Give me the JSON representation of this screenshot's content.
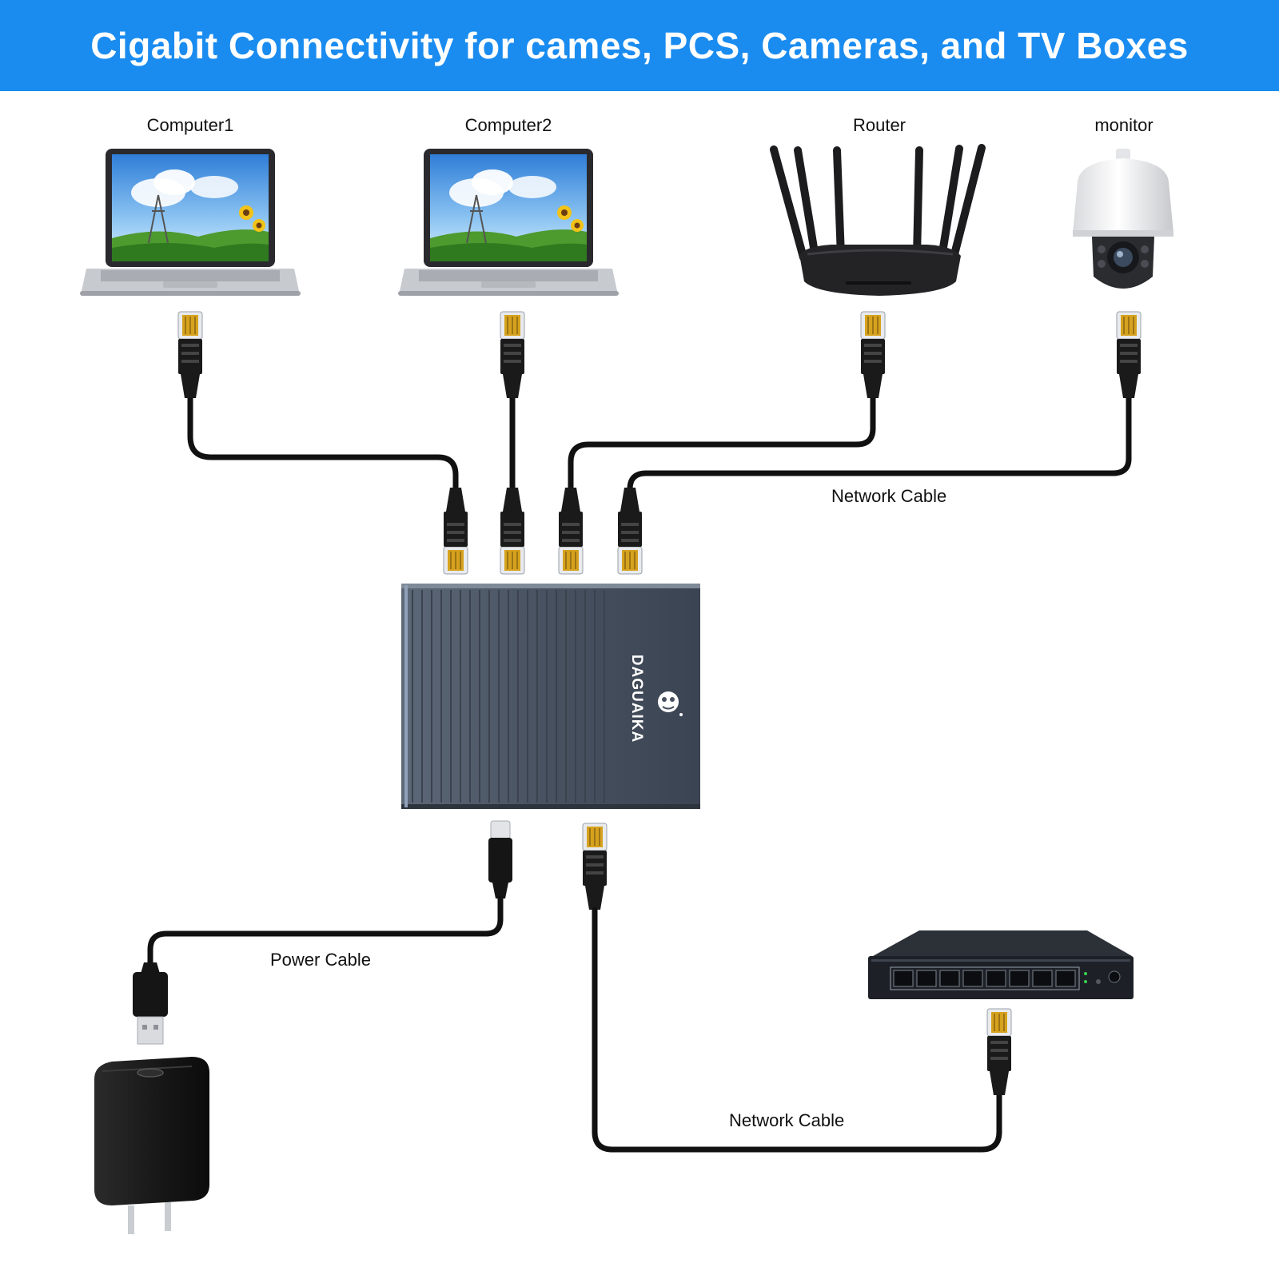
{
  "banner": {
    "title": "Cigabit Connectivity for cames, PCS, Cameras, and TV Boxes",
    "background": "#1a8cf0"
  },
  "devices": {
    "computer1": "Computer1",
    "computer2": "Computer2",
    "router": "Router",
    "monitor": "monitor"
  },
  "switch_brand": "DAGUAIKA",
  "cables": {
    "network_upper": "Network Cable",
    "power": "Power Cable",
    "network_lower": "Network Cable"
  },
  "colors": {
    "cable": "#111111",
    "connector_gold": "#d6a21e",
    "switch_body": "#4a5566"
  }
}
